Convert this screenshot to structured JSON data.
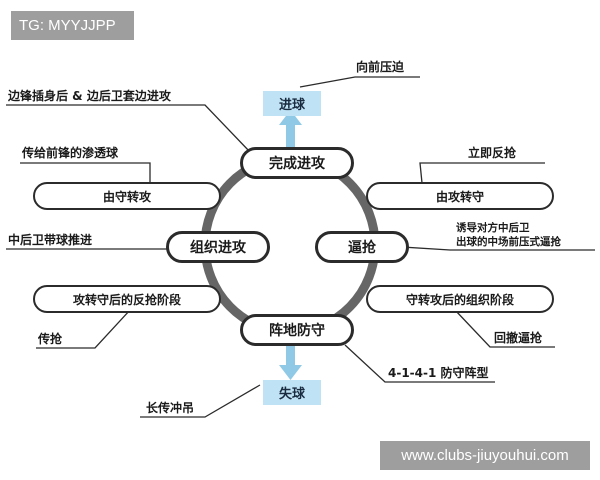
{
  "watermark": {
    "top_left": "TG: MYYJJPP",
    "bottom_right": "www.clubs-jiuyouhui.com"
  },
  "diagram": {
    "top_target": "进球",
    "top_note": "向前压迫",
    "bottom_target": "失球",
    "bottom_note": "长传冲吊",
    "nodes": {
      "top": "完成进攻",
      "left": "组织进攻",
      "right": "逼抢",
      "bottom": "阵地防守"
    },
    "transitions": {
      "upper_left": "由守转攻",
      "upper_right": "由攻转守",
      "lower_left": "攻转守后的反抢阶段",
      "lower_right": "守转攻后的组织阶段"
    },
    "notes": {
      "top_left": "边锋插身后 & 边后卫套边进攻",
      "upper_left": "传给前锋的渗透球",
      "left": "中后卫带球推进",
      "lower_left": "传抢",
      "upper_right": "立即反抢",
      "right_line1": "诱导对方中后卫",
      "right_line2": "出球的中场前压式逼抢",
      "lower_right": "回撤逼抢",
      "bottom_right": "4-1-4-1 防守阵型"
    }
  },
  "colors": {
    "ring": "#666666",
    "arrow": "#8fc9e6",
    "box": "#bfe3f5",
    "border": "#2b2b2b"
  }
}
